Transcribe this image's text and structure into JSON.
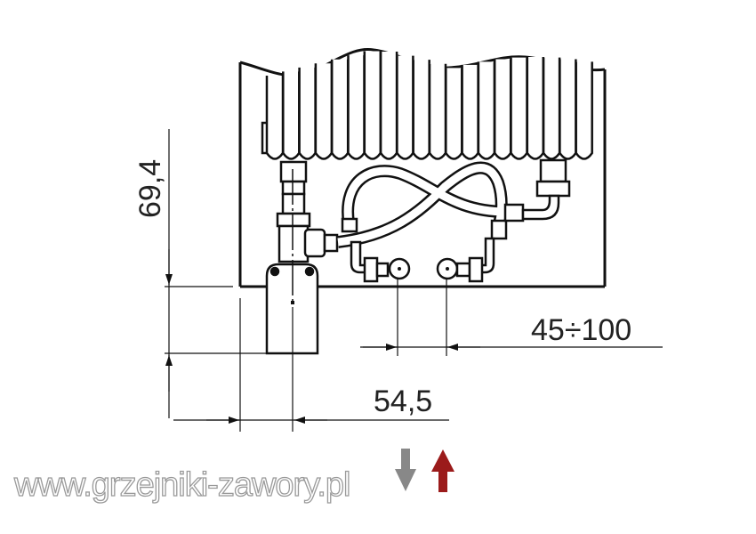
{
  "dimensions": {
    "height_label": "69,4",
    "offset_label": "54,5",
    "spacing_label": "45÷100"
  },
  "watermark": "www.grzejniki-zawory.pl",
  "flow_arrows": {
    "supply_color": "#888888",
    "return_color": "#9b1b1b"
  }
}
